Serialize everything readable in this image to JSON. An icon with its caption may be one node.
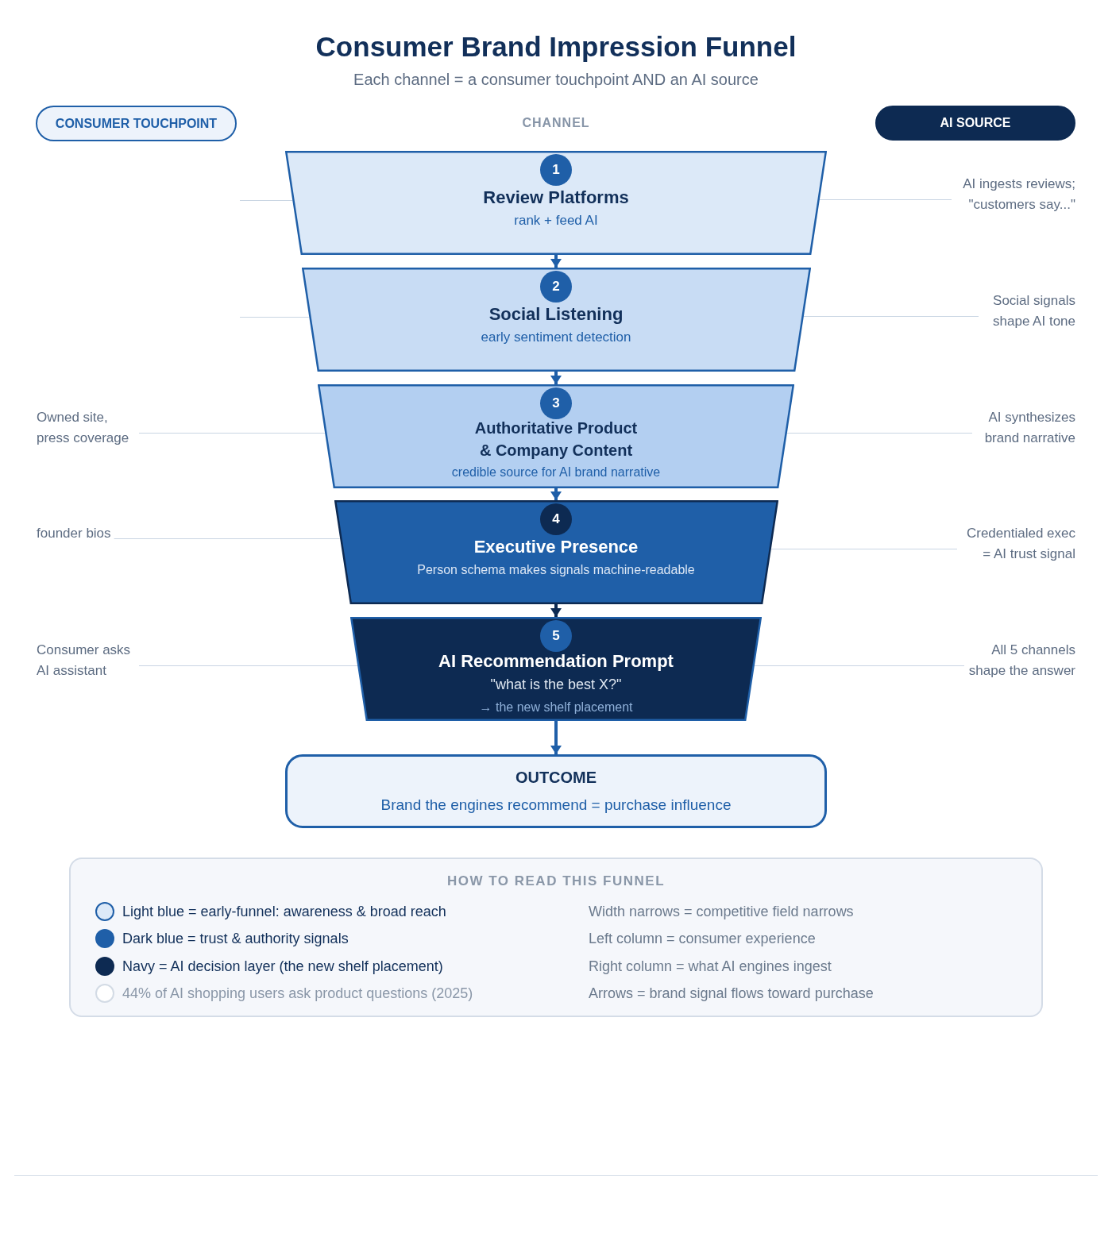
{
  "diagram": {
    "title": "Consumer Brand Impression Funnel",
    "nodes": [
      {
        "text": [
          "CONSUMER TOUCHPOINT"
        ]
      },
      {
        "text": [
          "AI SOURCE"
        ]
      },
      {
        "text": [
          "Review Platforms",
          "rank + feed AI"
        ]
      },
      {
        "text": [
          "1"
        ],
        "in": 2
      },
      {
        "text": [
          "AI ingests reviews; \"customers say...\""
        ]
      },
      {
        "text": [
          "Social Listening",
          "early sentiment detection"
        ]
      },
      {
        "text": [
          "2"
        ],
        "in": 5
      },
      {
        "text": [
          "Social signals shape AI tone"
        ]
      },
      {
        "text": [
          "Owned site, press coverage"
        ]
      },
      {
        "text": [
          "Authoritative Product & Company Content",
          "credible source for AI brand narrative"
        ]
      },
      {
        "text": [
          "3"
        ],
        "in": 9
      },
      {
        "text": [
          "AI synthesizes brand narrative"
        ]
      },
      {
        "text": [
          "founder bios"
        ]
      },
      {
        "text": [
          "Executive Presence",
          "Person schema makes signals machine-readable"
        ]
      },
      {
        "text": [
          "4"
        ],
        "in": 13
      },
      {
        "text": [
          "Credentialed exec = AI trust signal"
        ]
      },
      {
        "text": [
          "Consumer asks AI assistant"
        ]
      },
      {
        "text": [
          "AI Recommendation Prompt",
          "\"what is the best X?\"",
          "→ the new shelf placement"
        ]
      },
      {
        "text": [
          "5"
        ],
        "in": 17
      },
      {
        "text": [
          "All 5 channels shape the answer"
        ]
      },
      {
        "text": [
          "OUTCOME",
          "Brand the engines recommend = purchase influence"
        ]
      }
    ],
    "edges": [
      {
        "from": null,
        "to": 2,
        "arrow": "none"
      },
      {
        "from": 4,
        "to": 2,
        "arrow": "none"
      },
      {
        "from": 2,
        "to": 5,
        "arrow": "to",
        "style": "thick",
        "color": "#1f5fa8"
      },
      {
        "from": null,
        "to": 5,
        "arrow": "none"
      },
      {
        "from": 7,
        "to": 5,
        "arrow": "none"
      },
      {
        "from": 5,
        "to": 9,
        "arrow": "to",
        "style": "thick",
        "color": "#1f5fa8"
      },
      {
        "from": 8,
        "to": 9,
        "arrow": "none"
      },
      {
        "from": 11,
        "to": 9,
        "arrow": "none"
      },
      {
        "from": 9,
        "to": 13,
        "arrow": "to",
        "style": "thick",
        "color": "#1f5fa8"
      },
      {
        "from": 12,
        "to": 13,
        "arrow": "none"
      },
      {
        "from": 15,
        "to": 13,
        "arrow": "none"
      },
      {
        "from": 13,
        "to": 17,
        "arrow": "to",
        "style": "thick",
        "color": "#0d2a52"
      },
      {
        "from": 16,
        "to": 17,
        "arrow": "none"
      },
      {
        "from": 19,
        "to": 17,
        "arrow": "none"
      },
      {
        "from": 17,
        "to": 20,
        "arrow": "to",
        "style": "thick",
        "color": "#1f5fa8"
      }
    ],
    "labels": [
      "Each channel = a consumer touchpoint AND an AI source",
      "CHANNEL",
      "HOW TO READ THIS FUNNEL",
      "Width narrows = competitive field narrows",
      "Left column = consumer experience",
      "Right column = what AI engines ingest",
      "Arrows = brand signal flows toward purchase"
    ],
    "legend": [
      {
        "text": "Light blue = early-funnel: awareness & broad reach",
        "color": "#dce9f8"
      },
      {
        "text": "Dark blue = trust & authority signals",
        "color": "#1f5fa8"
      },
      {
        "text": "Navy = AI decision layer (the new shelf placement)",
        "color": "#0d2a52"
      },
      {
        "text": "44% of AI shopping users ask product questions (2025)",
        "color": "#ffffff"
      }
    ]
  }
}
